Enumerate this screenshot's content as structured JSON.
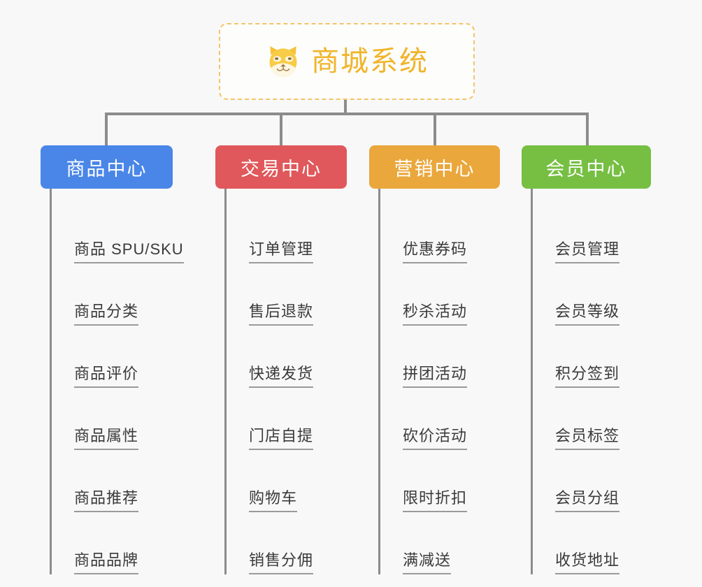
{
  "root": {
    "title": "商城系统",
    "icon": "shiba-dog-icon",
    "border_color": "#f3c46a",
    "text_color": "#f0b429"
  },
  "connector": {
    "color": "#8c8c8c"
  },
  "columns": [
    {
      "id": "product-center",
      "title": "商品中心",
      "color": "#4a86e8",
      "items": [
        "商品 SPU/SKU",
        "商品分类",
        "商品评价",
        "商品属性",
        "商品推荐",
        "商品品牌"
      ]
    },
    {
      "id": "trade-center",
      "title": "交易中心",
      "color": "#e0585b",
      "items": [
        "订单管理",
        "售后退款",
        "快递发货",
        "门店自提",
        "购物车",
        "销售分佣"
      ]
    },
    {
      "id": "marketing-center",
      "title": "营销中心",
      "color": "#eaa73c",
      "items": [
        "优惠券码",
        "秒杀活动",
        "拼团活动",
        "砍价活动",
        "限时折扣",
        "满减送"
      ]
    },
    {
      "id": "member-center",
      "title": "会员中心",
      "color": "#76bf43",
      "items": [
        "会员管理",
        "会员等级",
        "积分签到",
        "会员标签",
        "会员分组",
        "收货地址"
      ]
    }
  ]
}
